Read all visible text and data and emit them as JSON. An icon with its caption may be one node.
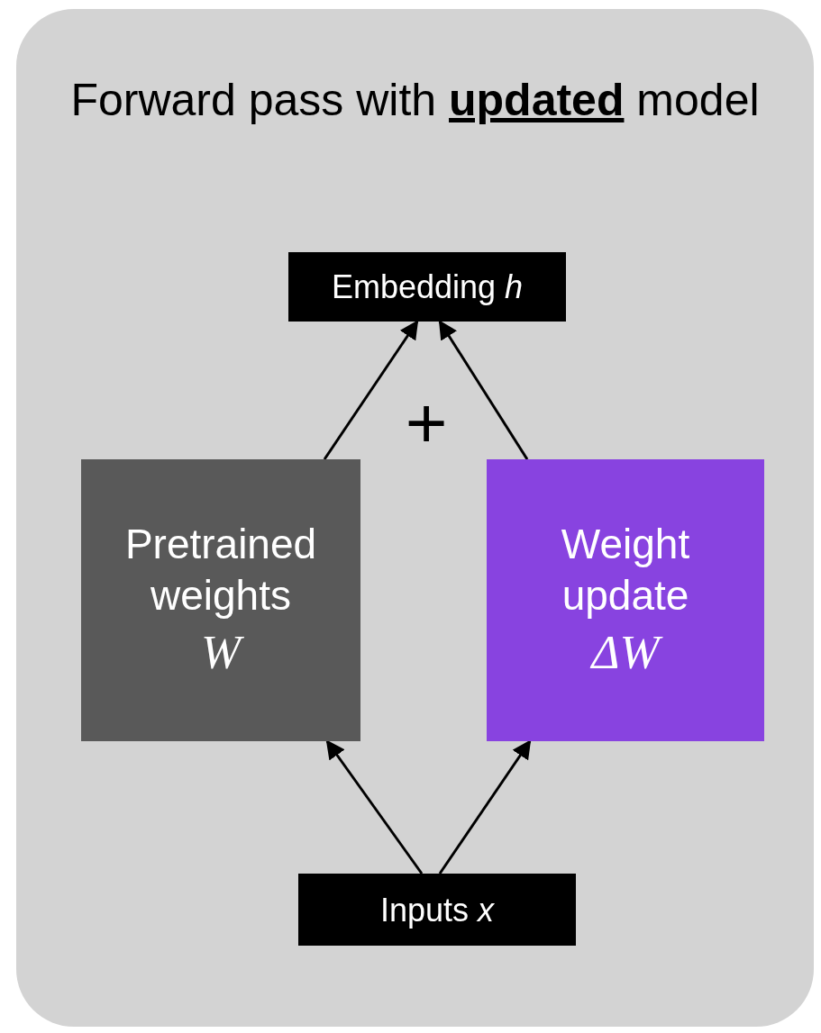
{
  "diagram": {
    "nodes": [
      {
        "text": [
          "Forward pass with **updated** model"
        ]
      },
      {
        "text": [
          "Embedding *h*"
        ],
        "in": 0
      },
      {
        "text": [
          "Pretrained weights",
          "W"
        ],
        "in": 0
      },
      {
        "text": [
          "Weight update",
          "ΔW"
        ],
        "in": 0
      },
      {
        "text": [
          "Inputs *x*"
        ],
        "in": 0
      }
    ],
    "edges": [
      {
        "from": 2,
        "to": 1,
        "arrow": "to"
      },
      {
        "from": 3,
        "to": 1,
        "arrow": "to"
      },
      {
        "from": 4,
        "to": 2,
        "arrow": "to"
      },
      {
        "from": 4,
        "to": 3,
        "arrow": "to"
      }
    ],
    "labels": [
      "+"
    ]
  }
}
